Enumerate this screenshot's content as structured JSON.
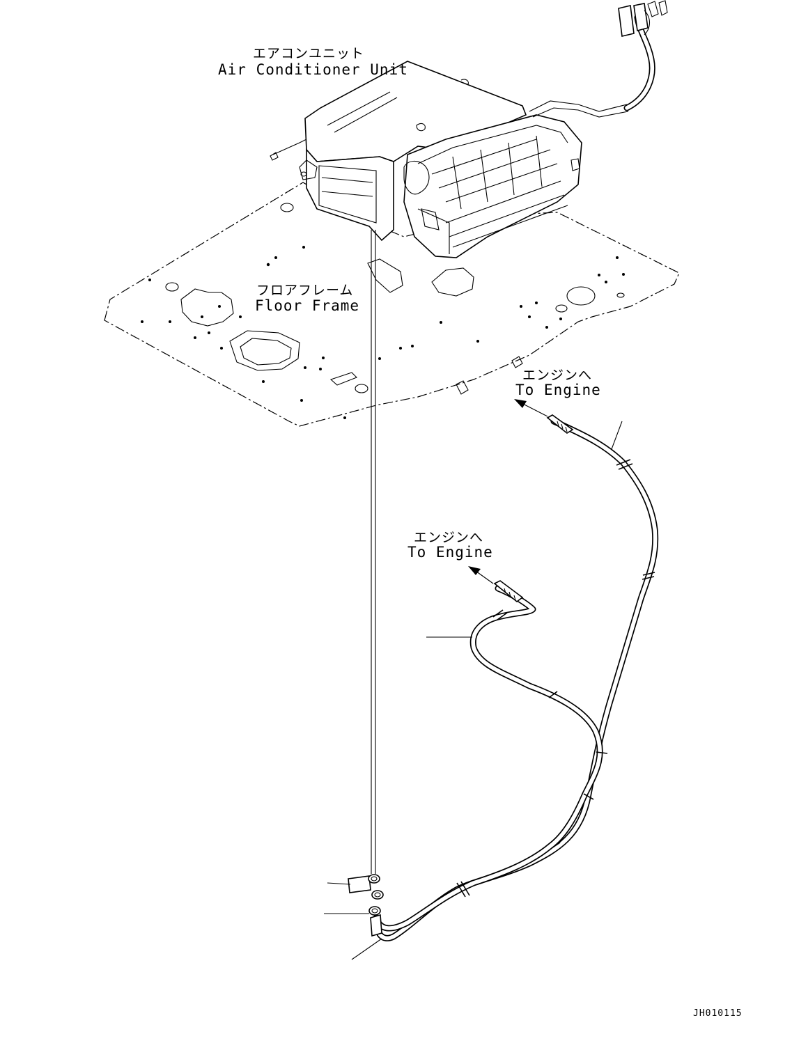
{
  "labels": {
    "ac_unit_jp": "エアコンユニット",
    "ac_unit_en": "Air Conditioner Unit",
    "floor_frame_jp": "フロアフレーム",
    "floor_frame_en": "Floor Frame",
    "to_engine_upper_jp": "エンジンへ",
    "to_engine_upper_en": "To Engine",
    "to_engine_lower_jp": "エンジンへ",
    "to_engine_lower_en": "To Engine",
    "drawing_code": "JH010115"
  }
}
